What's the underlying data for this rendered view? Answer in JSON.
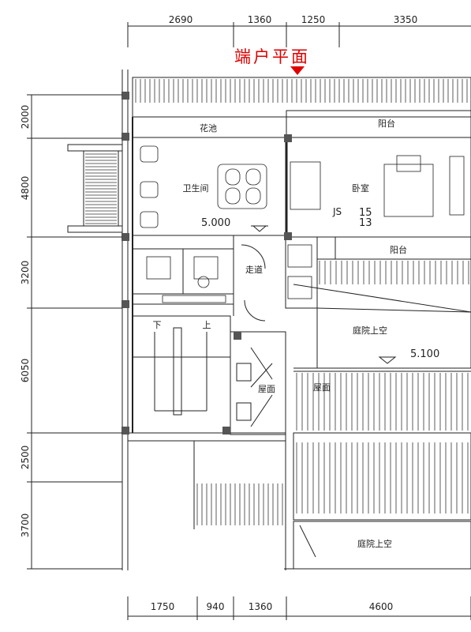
{
  "title": "端户平面",
  "dims_top": [
    "2690",
    "1360",
    "1250",
    "3350"
  ],
  "dims_bottom": [
    "1750",
    "940",
    "1360",
    "4600"
  ],
  "dims_left": [
    "2000",
    "4800",
    "3200",
    "6050",
    "2500",
    "3700"
  ],
  "rooms": {
    "flower_bed": "花池",
    "balcony_top": "阳台",
    "bathroom": "卫生间",
    "bedroom": "卧室",
    "balcony_bottom": "阳台",
    "corridor": "走道",
    "courtyard_void_1": "庭院上空",
    "roof_1": "屋面",
    "roof_2": "屋面",
    "courtyard_void_2": "庭院上空",
    "stair_down": "下",
    "stair_up": "上"
  },
  "marks": {
    "js": "JS",
    "js_num_top": "15",
    "js_num_bottom": "13"
  },
  "elevations": [
    "5.000",
    "5.100"
  ],
  "colors": {
    "line": "#222222",
    "title": "#e00000"
  }
}
